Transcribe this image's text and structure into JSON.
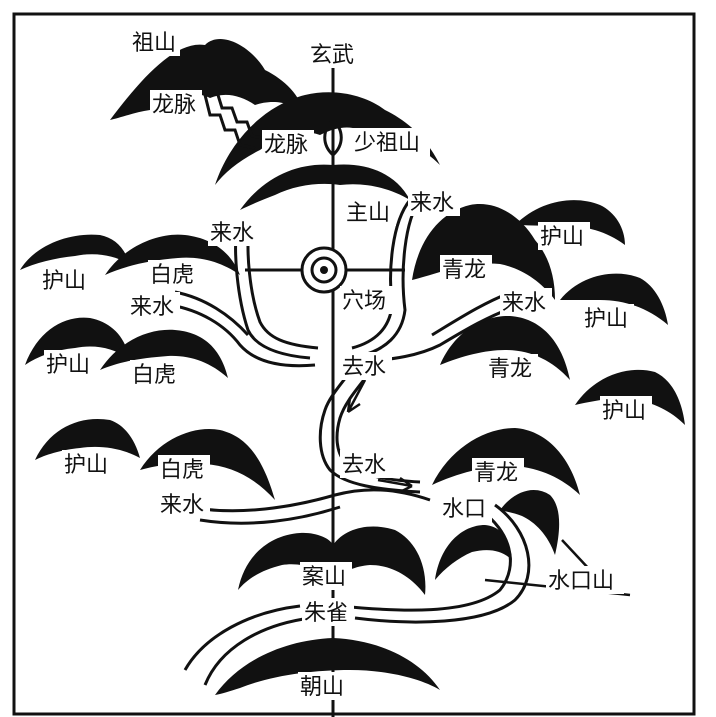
{
  "labels": {
    "zu_shan": "祖山",
    "xuan_wu": "玄武",
    "long_mai_left": "龙脉",
    "long_mai_center": "龙脉",
    "shao_zu_shan": "少祖山",
    "zhu_shan": "主山",
    "lai_shui_top_right": "来水",
    "lai_shui_top_left": "来水",
    "hu_shan_right_1": "护山",
    "hu_shan_left_1": "护山",
    "bai_hu_1": "白虎",
    "qing_long_1": "青龙",
    "xue_chang": "穴场",
    "lai_shui_left_1": "来水",
    "lai_shui_right_1": "来水",
    "hu_shan_right_2": "护山",
    "hu_shan_left_2": "护山",
    "bai_hu_2": "白虎",
    "qu_shui_1": "去水",
    "qing_long_2": "青龙",
    "hu_shan_right_3": "护山",
    "hu_shan_left_3": "护山",
    "bai_hu_3": "白虎",
    "qu_shui_2": "去水",
    "qing_long_3": "青龙",
    "lai_shui_left_2": "来水",
    "shui_kou": "水口",
    "an_shan": "案山",
    "shui_kou_shan": "水口山",
    "zhu_que": "朱雀",
    "chao_shan": "朝山"
  },
  "colors": {
    "ink": "#111111",
    "paper": "#ffffff"
  }
}
